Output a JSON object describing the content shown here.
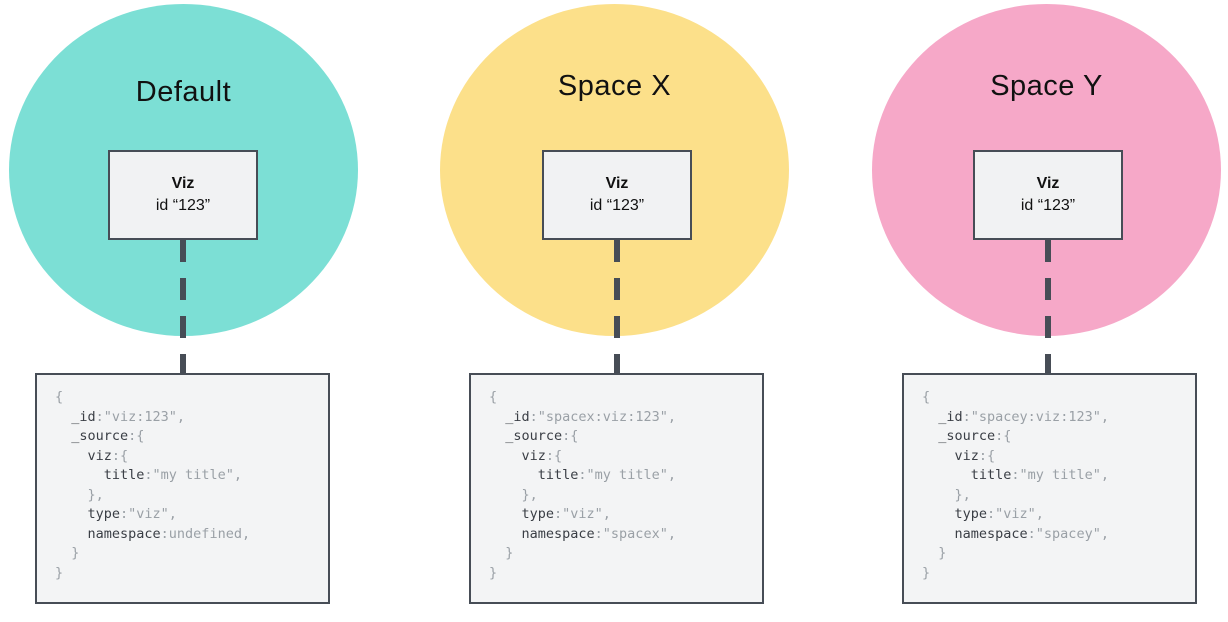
{
  "colors": {
    "default_circle": "#7cdfd5",
    "space_x_circle": "#fce08a",
    "space_y_circle": "#f6a8c8",
    "box_border": "#474d56",
    "code_key": "#3a3e45",
    "code_value": "#9aa0a6"
  },
  "spaces": [
    {
      "name": "Default",
      "circle_color": "#7cdfd5",
      "viz_box": {
        "title": "Viz",
        "id_line": "id “123”"
      },
      "code": [
        [
          [
            "p",
            "{"
          ]
        ],
        [
          [
            "p",
            "  "
          ],
          [
            "k",
            "_id"
          ],
          [
            "p",
            ":\"viz:123\","
          ]
        ],
        [
          [
            "p",
            "  "
          ],
          [
            "k",
            "_source"
          ],
          [
            "p",
            ":{"
          ]
        ],
        [
          [
            "p",
            "    "
          ],
          [
            "k",
            "viz"
          ],
          [
            "p",
            ":{"
          ]
        ],
        [
          [
            "p",
            "      "
          ],
          [
            "k",
            "title"
          ],
          [
            "p",
            ":\"my title\","
          ]
        ],
        [
          [
            "p",
            "    },"
          ]
        ],
        [
          [
            "p",
            "    "
          ],
          [
            "k",
            "type"
          ],
          [
            "p",
            ":\"viz\","
          ]
        ],
        [
          [
            "p",
            "    "
          ],
          [
            "k",
            "namespace"
          ],
          [
            "p",
            ":undefined,"
          ]
        ],
        [
          [
            "p",
            "  }"
          ]
        ],
        [
          [
            "p",
            "}"
          ]
        ]
      ]
    },
    {
      "name": "Space X",
      "circle_color": "#fce08a",
      "viz_box": {
        "title": "Viz",
        "id_line": "id “123”"
      },
      "code": [
        [
          [
            "p",
            "{"
          ]
        ],
        [
          [
            "p",
            "  "
          ],
          [
            "k",
            "_id"
          ],
          [
            "p",
            ":\"spacex:viz:123\","
          ]
        ],
        [
          [
            "p",
            "  "
          ],
          [
            "k",
            "_source"
          ],
          [
            "p",
            ":{"
          ]
        ],
        [
          [
            "p",
            "    "
          ],
          [
            "k",
            "viz"
          ],
          [
            "p",
            ":{"
          ]
        ],
        [
          [
            "p",
            "      "
          ],
          [
            "k",
            "title"
          ],
          [
            "p",
            ":\"my title\","
          ]
        ],
        [
          [
            "p",
            "    },"
          ]
        ],
        [
          [
            "p",
            "    "
          ],
          [
            "k",
            "type"
          ],
          [
            "p",
            ":\"viz\","
          ]
        ],
        [
          [
            "p",
            "    "
          ],
          [
            "k",
            "namespace"
          ],
          [
            "p",
            ":\"spacex\","
          ]
        ],
        [
          [
            "p",
            "  }"
          ]
        ],
        [
          [
            "p",
            "}"
          ]
        ]
      ]
    },
    {
      "name": "Space Y",
      "circle_color": "#f6a8c8",
      "viz_box": {
        "title": "Viz",
        "id_line": "id “123”"
      },
      "code": [
        [
          [
            "p",
            "{"
          ]
        ],
        [
          [
            "p",
            "  "
          ],
          [
            "k",
            "_id"
          ],
          [
            "p",
            ":\"spacey:viz:123\","
          ]
        ],
        [
          [
            "p",
            "  "
          ],
          [
            "k",
            "_source"
          ],
          [
            "p",
            ":{"
          ]
        ],
        [
          [
            "p",
            "    "
          ],
          [
            "k",
            "viz"
          ],
          [
            "p",
            ":{"
          ]
        ],
        [
          [
            "p",
            "      "
          ],
          [
            "k",
            "title"
          ],
          [
            "p",
            ":\"my title\","
          ]
        ],
        [
          [
            "p",
            "    },"
          ]
        ],
        [
          [
            "p",
            "    "
          ],
          [
            "k",
            "type"
          ],
          [
            "p",
            ":\"viz\","
          ]
        ],
        [
          [
            "p",
            "    "
          ],
          [
            "k",
            "namespace"
          ],
          [
            "p",
            ":\"spacey\","
          ]
        ],
        [
          [
            "p",
            "  }"
          ]
        ],
        [
          [
            "p",
            "}"
          ]
        ]
      ]
    }
  ]
}
